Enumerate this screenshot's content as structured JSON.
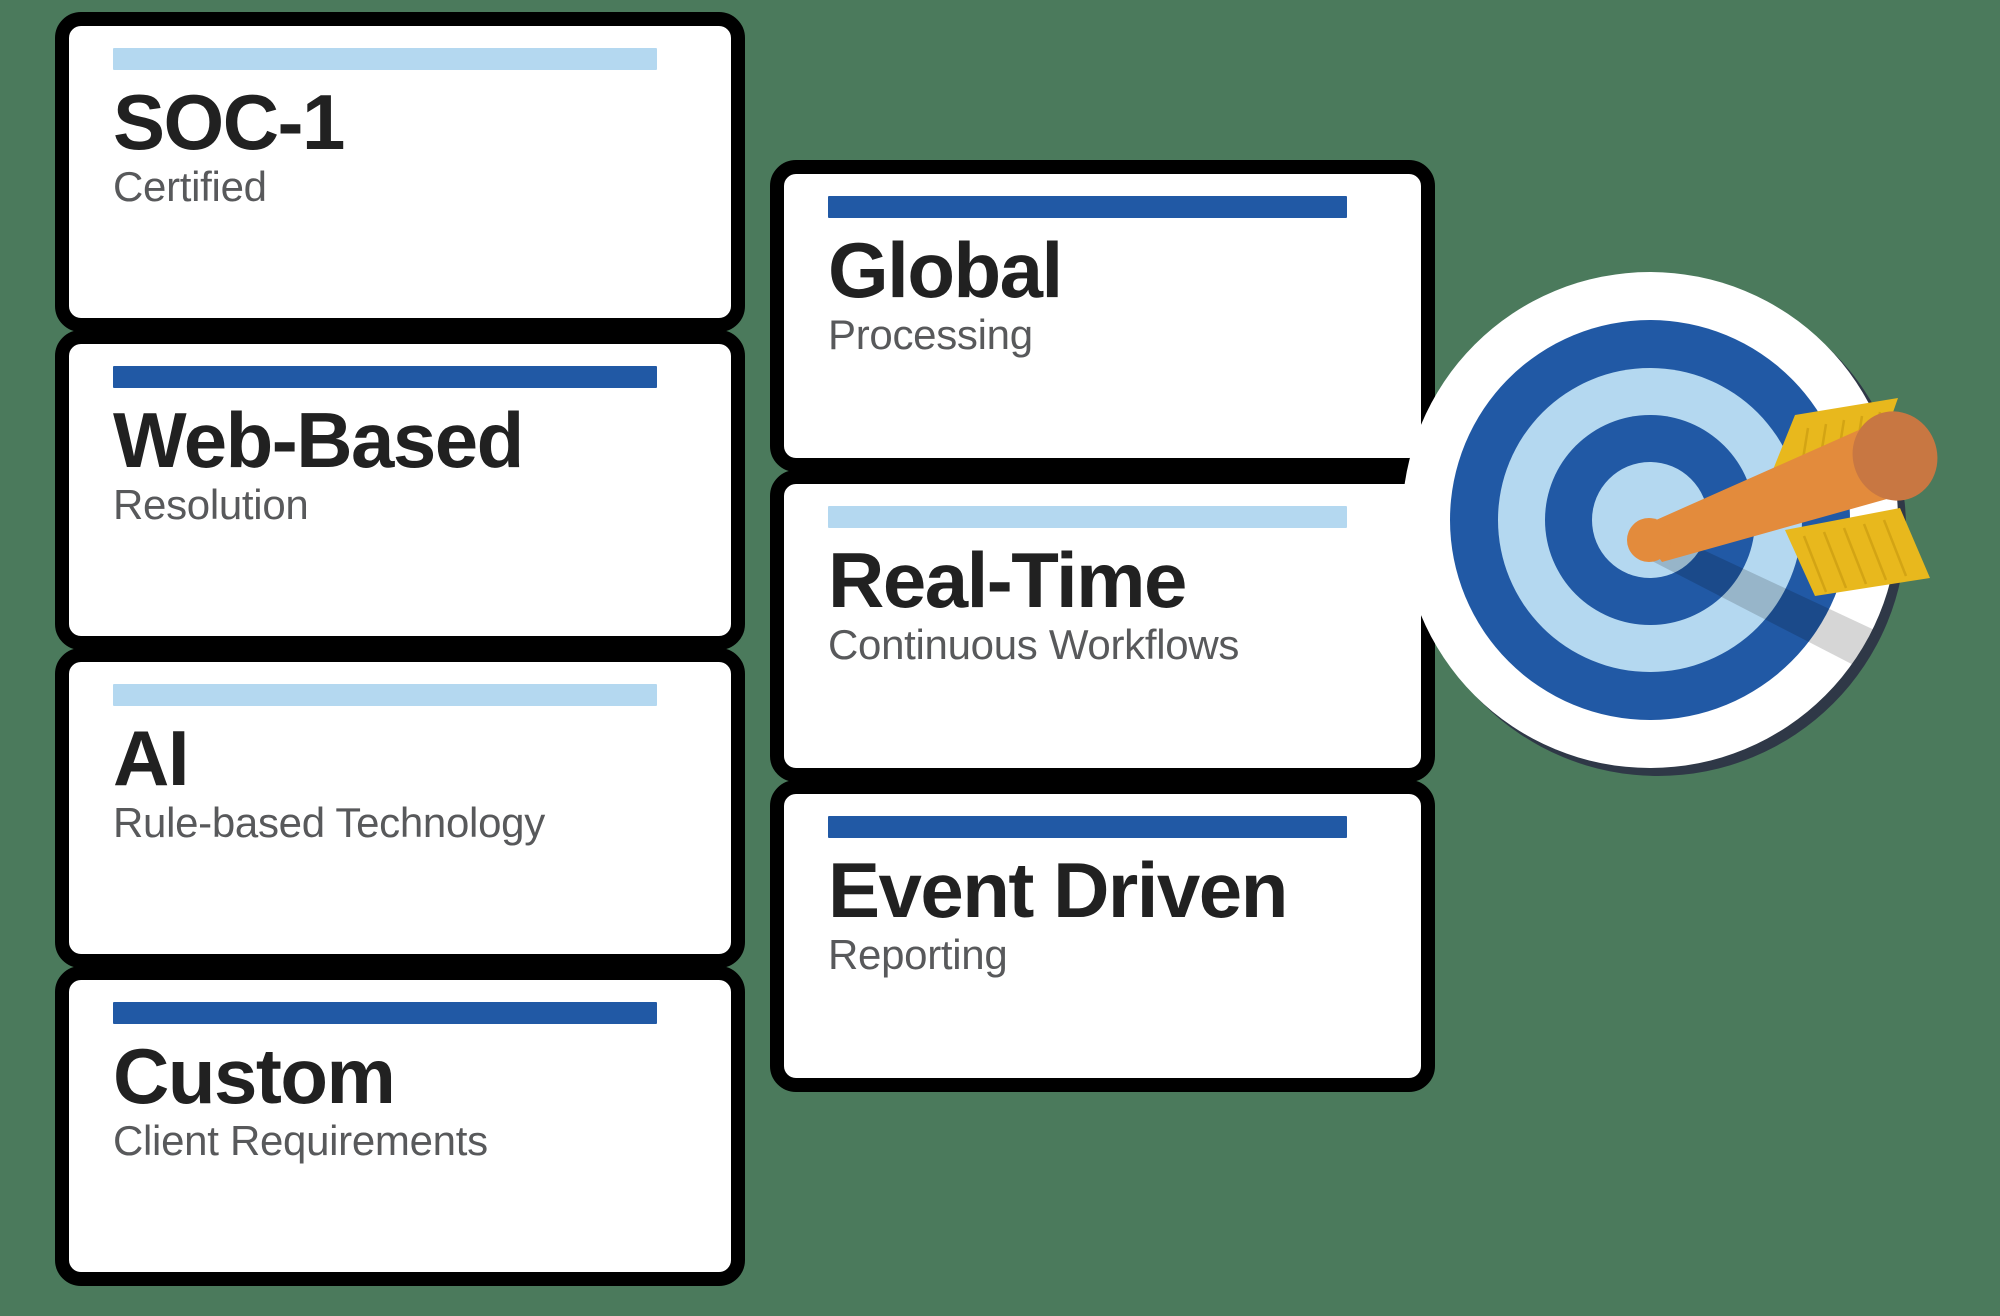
{
  "background_color": "#4b7a5c",
  "colors": {
    "bar_dark_blue": "#2159a5",
    "bar_light_blue": "#b4d8f0",
    "card_border": "#000000",
    "card_background": "#ffffff",
    "title_text": "#212121",
    "subtitle_text": "#58595b",
    "target_ring_dark": "#2159a5",
    "target_ring_light": "#b4d8f0",
    "target_ring_white": "#ffffff",
    "arrow_shaft": "#e38b3c",
    "arrow_shaft_dark": "#c87742",
    "arrow_fletching": "#e8b81d",
    "arrow_fletching_dark": "#d8a517"
  },
  "left_column": {
    "cards": [
      {
        "title": "SOC-1",
        "subtitle": "Certified",
        "bar_style": "light"
      },
      {
        "title": "Web-Based",
        "subtitle": "Resolution",
        "bar_style": "dark"
      },
      {
        "title": "AI",
        "subtitle": "Rule-based Technology",
        "bar_style": "light"
      },
      {
        "title": "Custom",
        "subtitle": "Client Requirements",
        "bar_style": "dark"
      }
    ]
  },
  "middle_column": {
    "cards": [
      {
        "title": "Global",
        "subtitle": "Processing",
        "bar_style": "dark"
      },
      {
        "title": "Real-Time",
        "subtitle": "Continuous Workflows",
        "bar_style": "light"
      },
      {
        "title": "Event Driven",
        "subtitle": "Reporting",
        "bar_style": "dark"
      }
    ]
  },
  "graphic": {
    "name": "target-with-arrow",
    "description": "Bullseye target with arrow in the center"
  }
}
